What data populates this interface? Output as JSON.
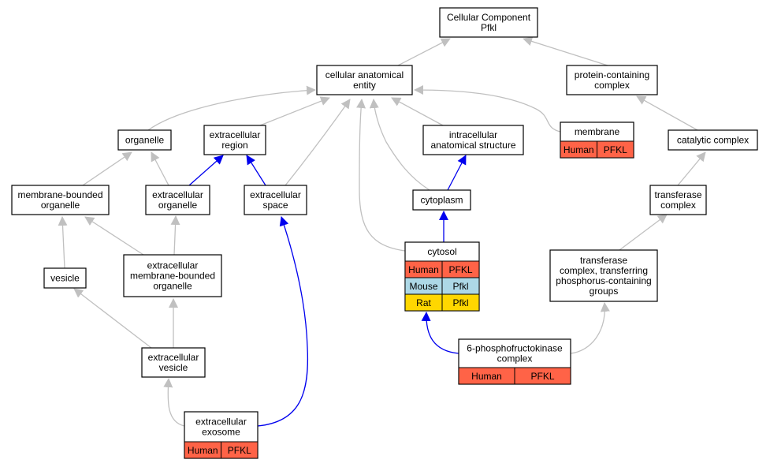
{
  "colors": {
    "gray_edge": "#c0c0c0",
    "blue_edge": "#0000ee",
    "human": "#ff6347",
    "mouse": "#add8e6",
    "rat": "#ffd700"
  },
  "nodes": {
    "root": [
      "Cellular Component",
      "Pfkl"
    ],
    "cellular_anatomical_entity": [
      "cellular anatomical",
      "entity"
    ],
    "protein_containing_complex": [
      "protein-containing",
      "complex"
    ],
    "organelle": [
      "organelle"
    ],
    "extracellular_region": [
      "extracellular",
      "region"
    ],
    "intracellular_anatomical_structure": [
      "intracellular",
      "anatomical structure"
    ],
    "membrane": [
      "membrane"
    ],
    "catalytic_complex": [
      "catalytic complex"
    ],
    "membrane_bounded_organelle": [
      "membrane-bounded",
      "organelle"
    ],
    "extracellular_organelle": [
      "extracellular",
      "organelle"
    ],
    "extracellular_space": [
      "extracellular",
      "space"
    ],
    "cytoplasm": [
      "cytoplasm"
    ],
    "transferase_complex": [
      "transferase",
      "complex"
    ],
    "cytosol": [
      "cytosol"
    ],
    "vesicle": [
      "vesicle"
    ],
    "extracellular_membrane_bounded_organelle": [
      "extracellular",
      "membrane-bounded",
      "organelle"
    ],
    "transferase_complex_phosphorus": [
      "transferase",
      "complex, transferring",
      "phosphorus-containing",
      "groups"
    ],
    "extracellular_vesicle": [
      "extracellular",
      "vesicle"
    ],
    "phosphofructokinase_complex": [
      "6-phosphofructokinase",
      "complex"
    ],
    "extracellular_exosome": [
      "extracellular",
      "exosome"
    ]
  },
  "annotations": {
    "membrane": [
      [
        "Human",
        "PFKL"
      ]
    ],
    "cytosol": [
      [
        "Human",
        "PFKL"
      ],
      [
        "Mouse",
        "Pfkl"
      ],
      [
        "Rat",
        "Pfkl"
      ]
    ],
    "phosphofructokinase_complex": [
      [
        "Human",
        "PFKL"
      ]
    ],
    "extracellular_exosome": [
      [
        "Human",
        "PFKL"
      ]
    ]
  },
  "edges": [
    {
      "from": "cellular_anatomical_entity",
      "to": "root",
      "type": "gray"
    },
    {
      "from": "protein_containing_complex",
      "to": "root",
      "type": "gray"
    },
    {
      "from": "organelle",
      "to": "cellular_anatomical_entity",
      "type": "gray"
    },
    {
      "from": "extracellular_region",
      "to": "cellular_anatomical_entity",
      "type": "gray"
    },
    {
      "from": "extracellular_space",
      "to": "cellular_anatomical_entity",
      "type": "gray"
    },
    {
      "from": "cytosol",
      "to": "cellular_anatomical_entity",
      "type": "gray"
    },
    {
      "from": "cytoplasm",
      "to": "cellular_anatomical_entity",
      "type": "gray"
    },
    {
      "from": "intracellular_anatomical_structure",
      "to": "cellular_anatomical_entity",
      "type": "gray"
    },
    {
      "from": "membrane",
      "to": "cellular_anatomical_entity",
      "type": "gray"
    },
    {
      "from": "catalytic_complex",
      "to": "protein_containing_complex",
      "type": "gray"
    },
    {
      "from": "membrane_bounded_organelle",
      "to": "organelle",
      "type": "gray"
    },
    {
      "from": "extracellular_organelle",
      "to": "organelle",
      "type": "gray"
    },
    {
      "from": "extracellular_organelle",
      "to": "extracellular_region",
      "type": "blue"
    },
    {
      "from": "extracellular_space",
      "to": "extracellular_region",
      "type": "blue"
    },
    {
      "from": "cytoplasm",
      "to": "intracellular_anatomical_structure",
      "type": "blue"
    },
    {
      "from": "transferase_complex",
      "to": "catalytic_complex",
      "type": "gray"
    },
    {
      "from": "cytosol",
      "to": "cytoplasm",
      "type": "blue"
    },
    {
      "from": "vesicle",
      "to": "membrane_bounded_organelle",
      "type": "gray"
    },
    {
      "from": "extracellular_membrane_bounded_organelle",
      "to": "membrane_bounded_organelle",
      "type": "gray"
    },
    {
      "from": "extracellular_membrane_bounded_organelle",
      "to": "extracellular_organelle",
      "type": "gray"
    },
    {
      "from": "transferase_complex_phosphorus",
      "to": "transferase_complex",
      "type": "gray"
    },
    {
      "from": "extracellular_vesicle",
      "to": "vesicle",
      "type": "gray"
    },
    {
      "from": "extracellular_vesicle",
      "to": "extracellular_membrane_bounded_organelle",
      "type": "gray"
    },
    {
      "from": "phosphofructokinase_complex",
      "to": "cytosol",
      "type": "blue"
    },
    {
      "from": "phosphofructokinase_complex",
      "to": "transferase_complex_phosphorus",
      "type": "gray"
    },
    {
      "from": "extracellular_exosome",
      "to": "extracellular_vesicle",
      "type": "gray"
    },
    {
      "from": "extracellular_exosome",
      "to": "extracellular_space",
      "type": "blue"
    }
  ]
}
